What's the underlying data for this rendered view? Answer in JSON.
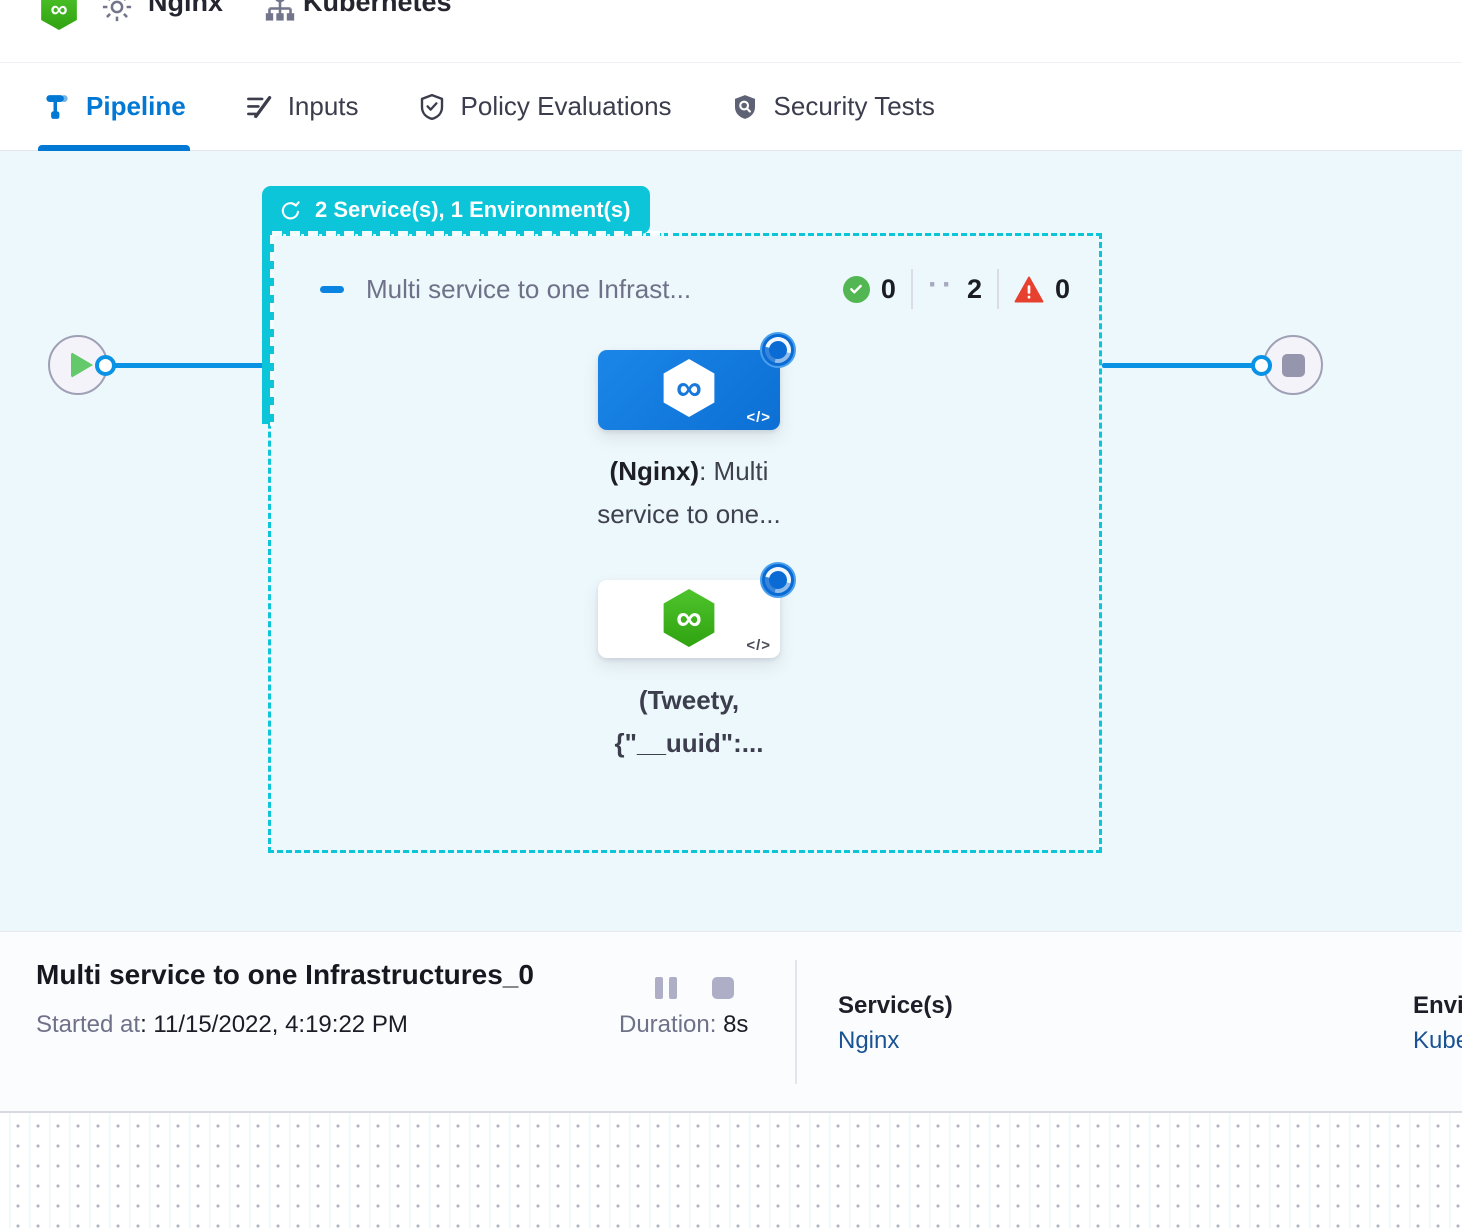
{
  "header": {
    "service_name": "Nginx",
    "environment_name": "Kubernetes"
  },
  "tabs": {
    "pipeline": "Pipeline",
    "inputs": "Inputs",
    "policy": "Policy Evaluations",
    "security": "Security Tests"
  },
  "canvas": {
    "badge_label": "2 Service(s), 1 Environment(s)",
    "stage": {
      "title": "Multi service to one Infrast...",
      "success_count": "0",
      "running_count": "2",
      "failed_count": "0",
      "running_dots": "··"
    },
    "nodes": {
      "nginx": {
        "code_icon": "</>",
        "label_bold": "(Nginx)",
        "label_rest": ": Multi",
        "label_line2": "service to one..."
      },
      "tweety": {
        "code_icon": "</>",
        "label_line1": "(Tweety,",
        "label_line2": "{\"__uuid\":..."
      }
    }
  },
  "footer": {
    "title": "Multi service to one Infrastructures_0",
    "started_label": "Started at",
    "started_value": ": 11/15/2022, 4:19:22 PM",
    "duration_label": "Duration:",
    "duration_value": "8s",
    "services_label": "Service(s)",
    "services_value": "Nginx",
    "environment_label": "Environment(s)",
    "environment_value": "Kubernetes"
  },
  "colors": {
    "teal_accent": "#0CC5D8",
    "edge_blue": "#0A93E4",
    "active_tab_blue": "#0278D5",
    "card_blue": "#0F7BE0",
    "harness_green": "#42BA24",
    "success_green": "#52B752",
    "failed_red": "#E8402F",
    "link_blue": "#1A5393"
  }
}
